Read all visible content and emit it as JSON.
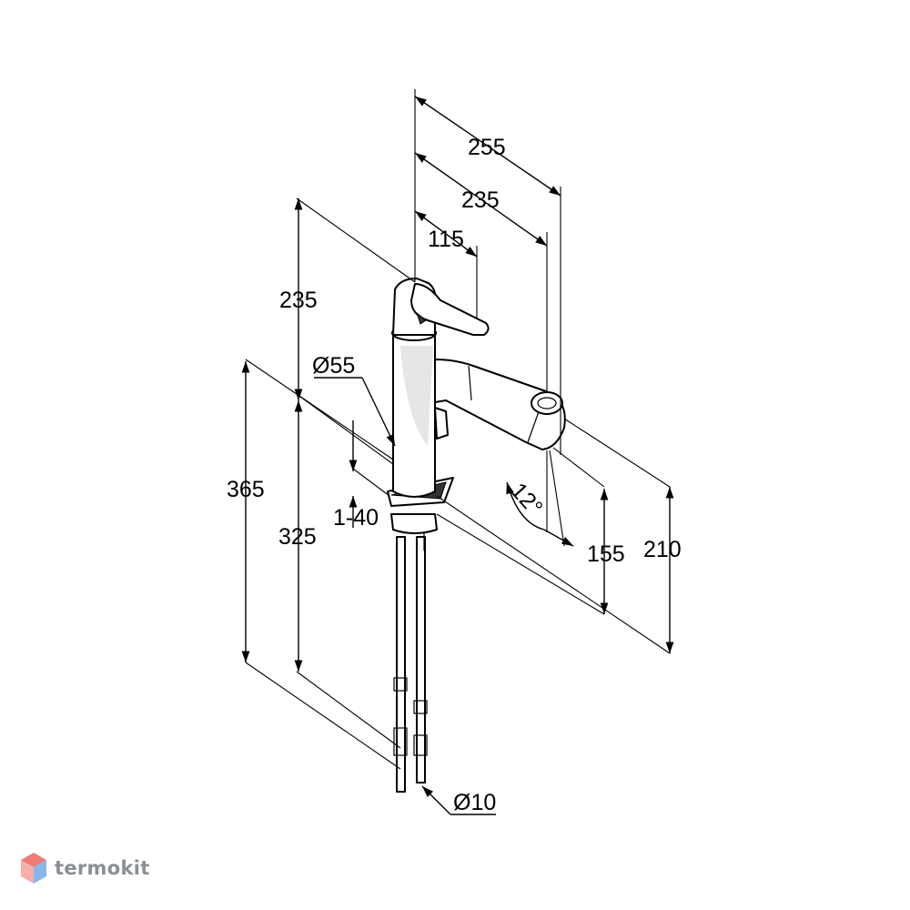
{
  "dimensions": {
    "top_length": "255",
    "spout_length": "235",
    "handle_length": "115",
    "body_height": "235",
    "body_diameter": "Ø55",
    "total_height": "365",
    "lower_height": "325",
    "deck_thickness": "1-40",
    "tilt_angle": "12°",
    "spout_height": "155",
    "outlet_height": "210",
    "hose_diameter": "Ø10"
  },
  "watermark": {
    "text": "termokit"
  },
  "colors": {
    "line": "#000000",
    "background": "#ffffff",
    "watermark_text": "#8a8f96",
    "watermark_red": "#e8453c",
    "watermark_blue": "#3a86d8"
  }
}
